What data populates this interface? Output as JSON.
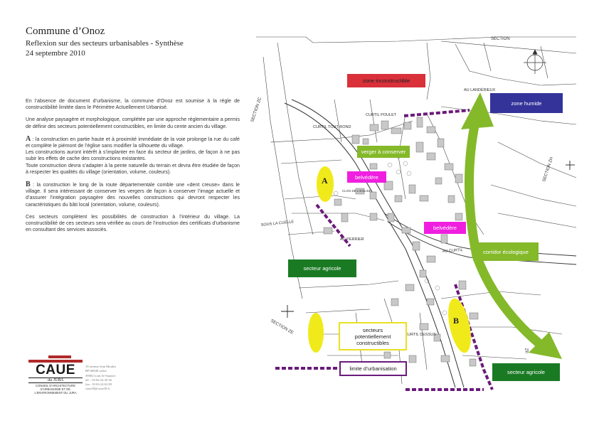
{
  "header": {
    "title": "Commune d’Onoz",
    "subtitle": "Reflexion sur des secteurs urbanisables - Synthèse",
    "date": "24 septembre 2010"
  },
  "body_text": {
    "p1": "En l’absence de document d’urbanisme, la commune d’Onoz est soumise à la règle de constructibilité limitée dans le Périmètre Actuellement Urbanisé.",
    "p2": "Une analyse paysagère et morphologique, complétée par une approche réglementaire a permis de définir des secteurs potentiellement constructibles, en limite du cente ancien du village.",
    "a_letter": "A",
    "a_text1": " : la construction en partie haute et à proximité immédiate de la voie prolonge la rue du café et complète le piémont de l’église sans modifier la silhouette du village.",
    "a_text2": "Les constructions auront intérêt à s’implanter en face du secteur de jardins, de façon à ne pas subir les effets de cache des constructions existantes.",
    "a_text3": "Toute construction devra s’adapter à la pente naturelle du terrain et devra être étudiée de façon à respecter les qualités du village (orientation, volume, couleurs).",
    "b_letter": "B",
    "b_text": " : la construction le long de la route départementale comble une «dent creuse» dans le village. Il sera intéressant de conserver les vergers de façon à conserver l’image actuelle et d’assurer l’intégration paysagère des nouvelles constructions qui devront respecter les caractéristiques du bâti local (orientation, volume, couleurs).",
    "p_final": "Ces secteurs complètent les possibilités de construction à l’intérieur du village. La constructibilité de ces secteurs sera vérifiée au cours de l’instruction des certificats d’urbanisme en consultant des services associés."
  },
  "map": {
    "labels": {
      "zone_inconstructible": "zone inconstructible",
      "zone_humide": "zone humide",
      "verger": "verger à conserver",
      "belvedere_1": "belvédère",
      "belvedere_2": "belvédère",
      "corridor": "corridor écologique",
      "secteur_agricole_1": "secteur agricole",
      "secteur_agricole_2": "secteur agricole",
      "secteurs_pc_1": "secteurs",
      "secteurs_pc_2": "potentiellement",
      "secteurs_pc_3": "constructibles",
      "limite_urbanisation": "limite d’urbanisation",
      "marker_a": "A",
      "marker_b": "B"
    },
    "place_names": {
      "au_landerieux": "AU LANDÉRIEUX",
      "curtil_poulet": "CURTIL POULET",
      "curtil_tout_rond": "CURTIL TOUT ROND",
      "clos_eglise": "CLOS DE L'EGLISE",
      "sous_la_cuelle": "SOUS LA CUELLE",
      "au_perrier": "AU PERRIER",
      "au_curtil": "AU CURTIL",
      "au_curtil_dessus": "AU CURTIL DESSUS",
      "section_zc": "SECTION ZC",
      "section_zh": "SECTION ZH",
      "section_ze": "SECTION ZE",
      "section_top": "SECTION",
      "ze": "ZE"
    },
    "colors": {
      "zone_inconstructible": "#d9303a",
      "zone_humide": "#33339a",
      "green_light": "#84b92a",
      "green_dark": "#1a7a24",
      "magenta": "#f01fe0",
      "yellow": "#f0ea1a",
      "purple": "#6a1a7a"
    }
  },
  "logo": {
    "word": "CAUE",
    "sub": "du JURA",
    "desc1": "CONSEIL D'ARCHITECTURE",
    "desc2": "D'URBANISME ET DE",
    "desc3": "L'ENVIRONNEMENT DU JURA"
  },
  "address": {
    "line1": "19 avenue Jean Moulin",
    "line2": "BP 60048 cedex",
    "line3": "39002 Lons-le-Saunier",
    "line4": "tél. : 03 84 24 30 36",
    "line5": "fax : 03 84 24 63 89",
    "line6": "caue39@caue39.fr"
  }
}
